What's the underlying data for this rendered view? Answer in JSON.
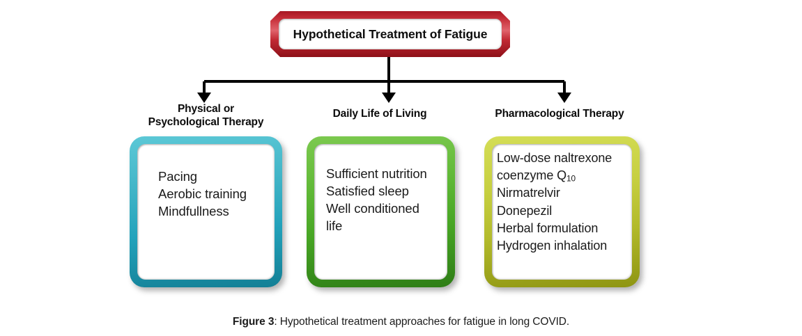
{
  "figure": {
    "root": {
      "title": "Hypothetical Treatment of Fatigue",
      "border_color": "#c8323c"
    },
    "branches": [
      {
        "heading": "Physical or\nPsychological Therapy",
        "color": "#23a2bb",
        "items": [
          "Pacing",
          "Aerobic training",
          "Mindfullness"
        ]
      },
      {
        "heading": "Daily Life of Living",
        "color": "#47a524",
        "items": [
          "Sufficient nutrition",
          "Satisfied sleep",
          "Well conditioned",
          "life"
        ]
      },
      {
        "heading": "Pharmacological Therapy",
        "color": "#b3bb2c",
        "items": [
          "Low-dose naltrexone",
          "coenzyme Q<sub>10</sub>",
          "Nirmatrelvir",
          "Donepezil",
          "Herbal formulation",
          "Hydrogen inhalation"
        ]
      }
    ],
    "caption": {
      "label": "Figure 3",
      "text": ": Hypothetical treatment approaches for fatigue in long COVID."
    },
    "connector_color": "#000000"
  }
}
